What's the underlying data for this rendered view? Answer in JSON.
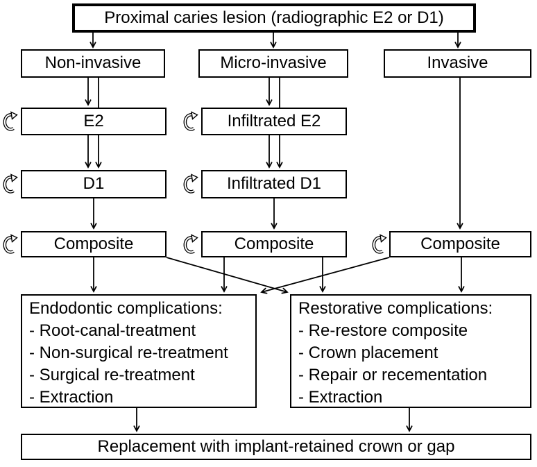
{
  "flowchart": {
    "root": {
      "label": "Proximal caries lesion (radiographic E2 or D1)"
    },
    "branches": [
      {
        "label": "Non-invasive"
      },
      {
        "label": "Micro-invasive"
      },
      {
        "label": "Invasive"
      }
    ],
    "stages": {
      "e2": {
        "label": "E2"
      },
      "d1": {
        "label": "D1"
      },
      "infiltrated_e2": {
        "label": "Infiltrated E2"
      },
      "infiltrated_d1": {
        "label": "Infiltrated D1"
      },
      "composite_left": {
        "label": "Composite"
      },
      "composite_middle": {
        "label": "Composite"
      },
      "composite_right": {
        "label": "Composite"
      }
    },
    "complications": {
      "endodontic": {
        "title": "Endodontic complications:",
        "items": [
          "- Root-canal-treatment",
          "- Non-surgical re-treatment",
          "- Surgical re-treatment",
          "- Extraction"
        ]
      },
      "restorative": {
        "title": "Restorative complications:",
        "items": [
          "- Re-restore composite",
          "- Crown placement",
          "- Repair or recementation",
          "- Extraction"
        ]
      }
    },
    "outcome": {
      "label": "Replacement with implant-retained crown or gap"
    },
    "icons": {
      "repeat": "circular-repeat-arrow"
    },
    "colors": {
      "line": "#000000",
      "box_border": "#000000",
      "box_fill": "#ffffff",
      "text": "#000000",
      "background": "#ffffff"
    }
  }
}
